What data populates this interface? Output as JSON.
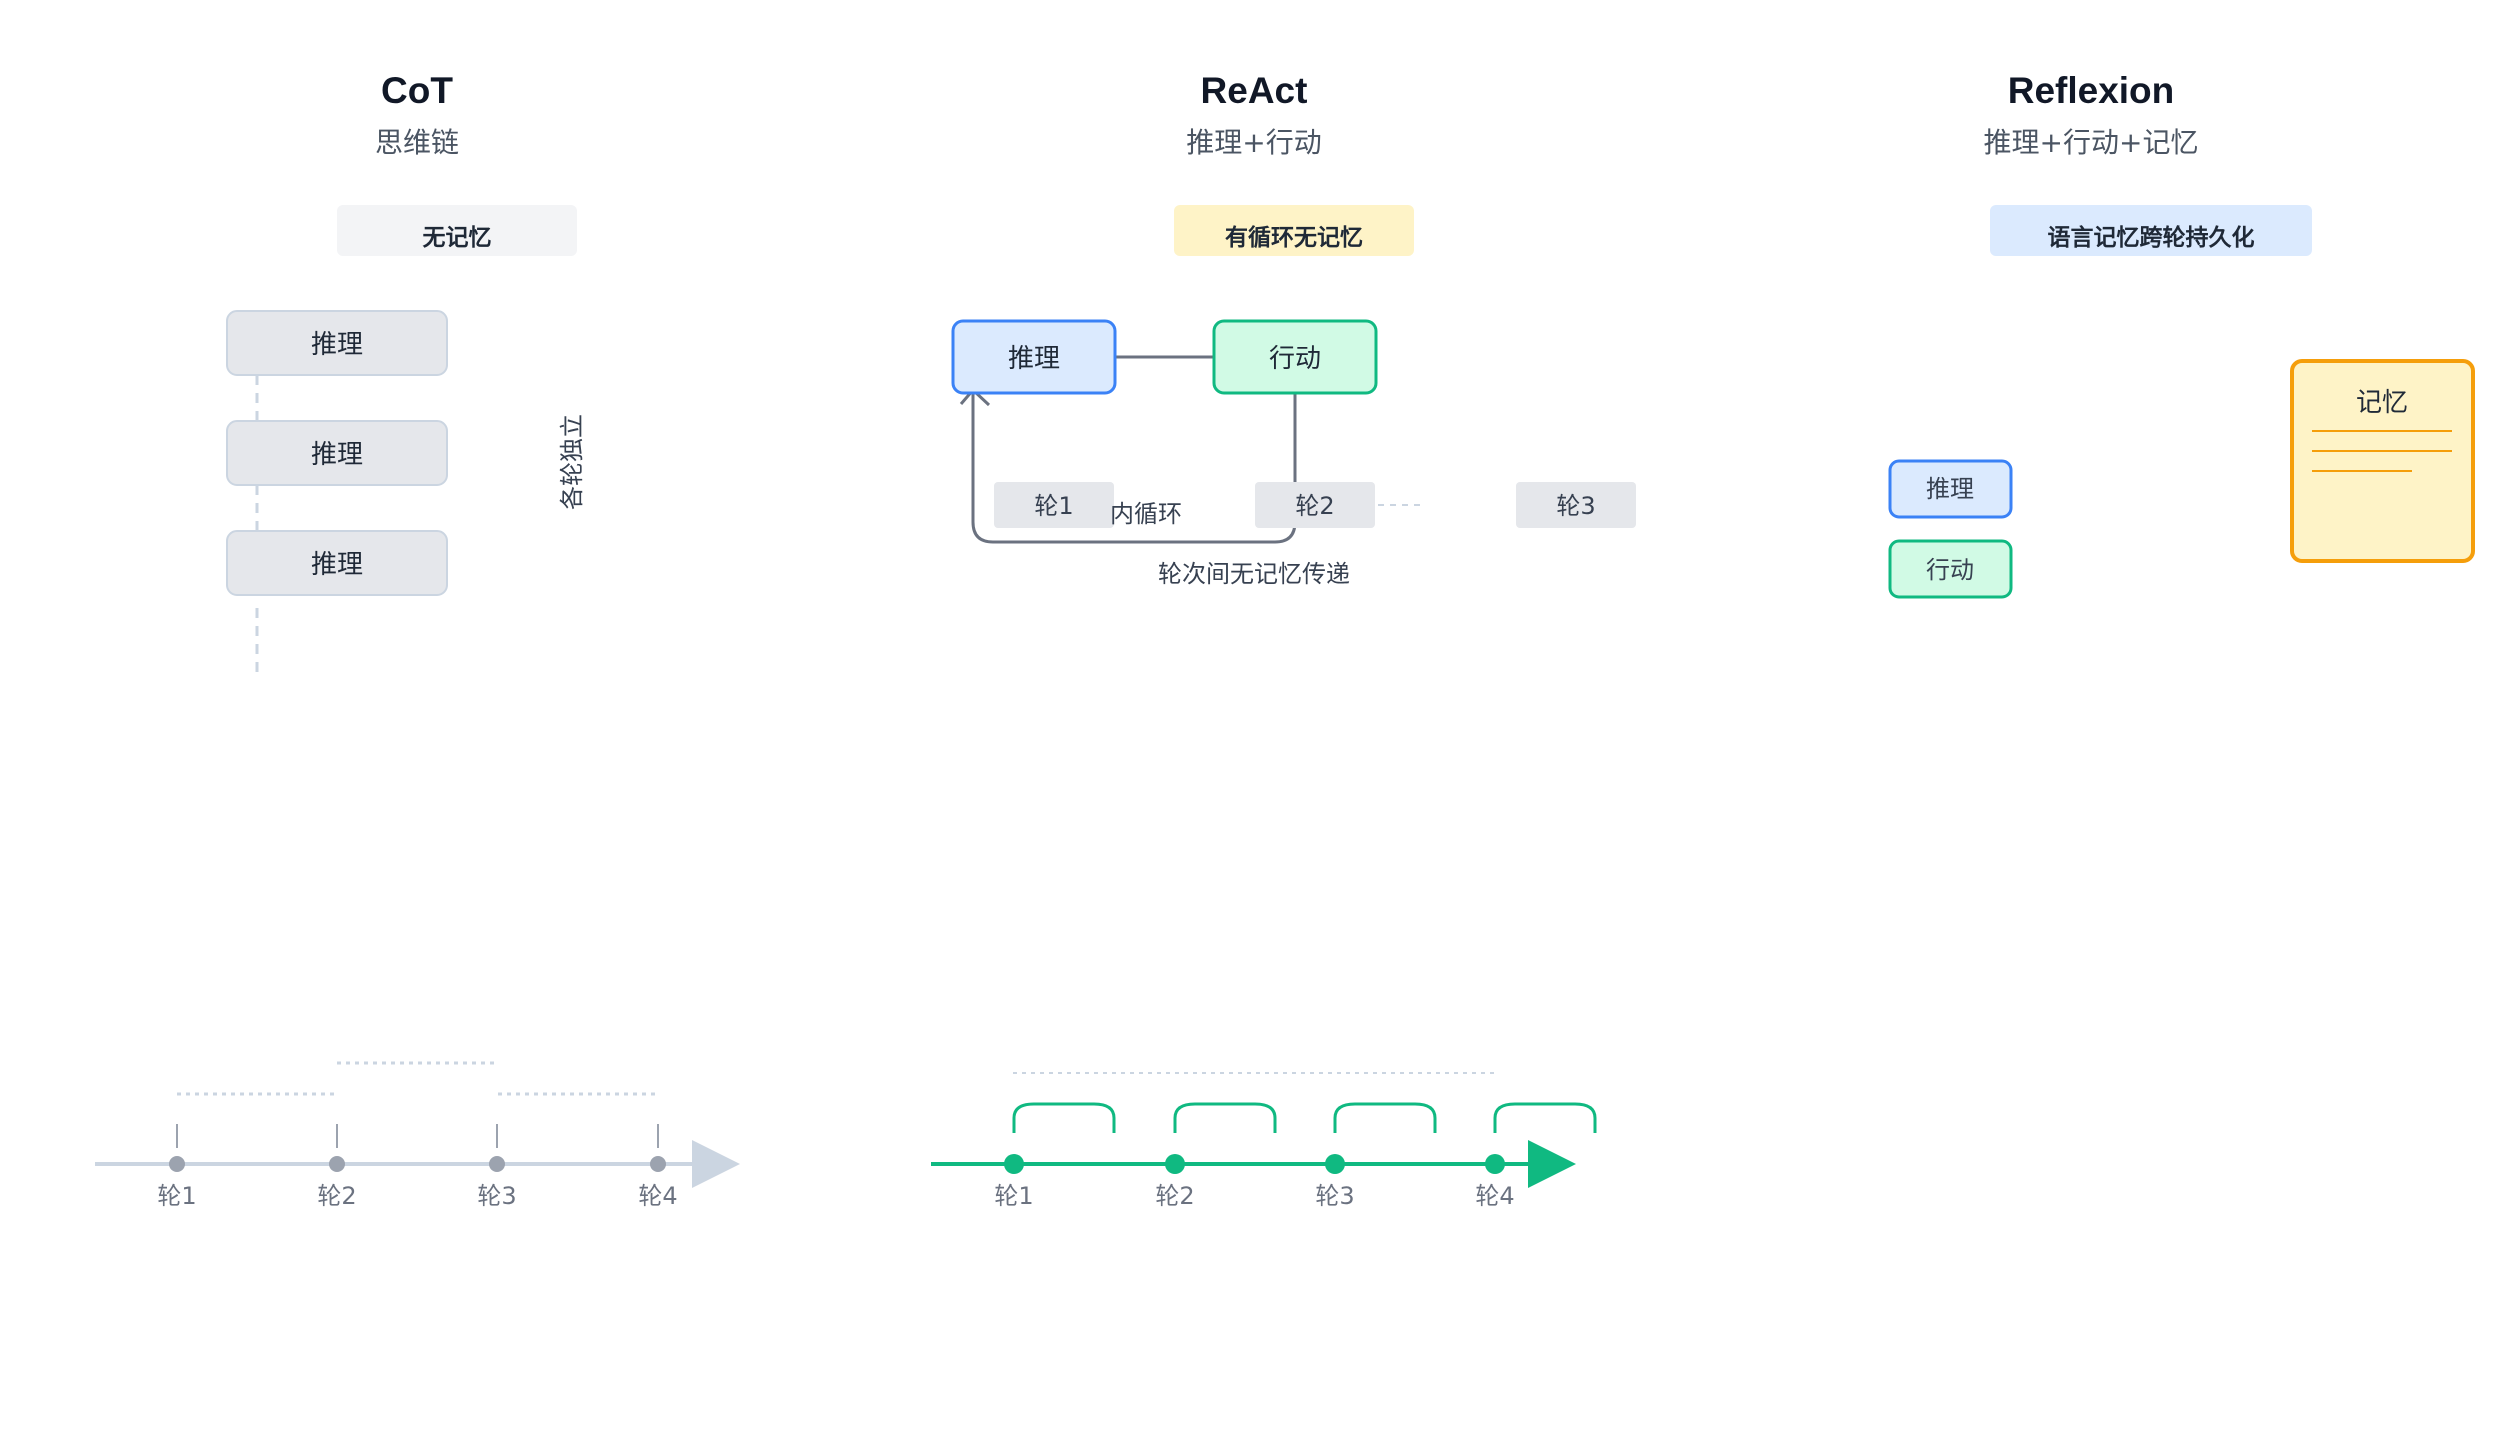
{
  "columns": {
    "cot": {
      "title": "CoT",
      "subtitle": "思维链",
      "badge": "无记忆",
      "steps": [
        "推理",
        "推理",
        "推理"
      ],
      "side_note": "各轮独立",
      "timeline": [
        "轮1",
        "轮2",
        "轮3",
        "轮4"
      ]
    },
    "react": {
      "title": "ReAct",
      "subtitle": "推理+行动",
      "badge": "有循环无记忆",
      "reason_label": "推理",
      "act_label": "行动",
      "rounds": [
        "轮1",
        "轮2",
        "轮3"
      ],
      "inner_loop_label": "内循环",
      "between_rounds_note": "轮次间无记忆传递",
      "timeline": [
        "轮1",
        "轮2",
        "轮3",
        "轮4"
      ]
    },
    "reflexion": {
      "title": "Reflexion",
      "subtitle": "推理+行动+记忆",
      "badge": "语言记忆跨轮持久化",
      "reason_label": "推理",
      "act_label": "行动",
      "memory_label": "记忆"
    }
  },
  "colors": {
    "gray_fill": "#e5e7eb",
    "gray_stroke": "#cbd5e1",
    "blue_fill": "#dbeafe",
    "blue_stroke": "#3b82f6",
    "green_fill": "#d1fae5",
    "green_stroke": "#10b981",
    "yellow_fill": "#fef3c7",
    "orange_stroke": "#f59e0b",
    "timeline_gray": "#9ca3af",
    "timeline_green": "#10b981"
  }
}
